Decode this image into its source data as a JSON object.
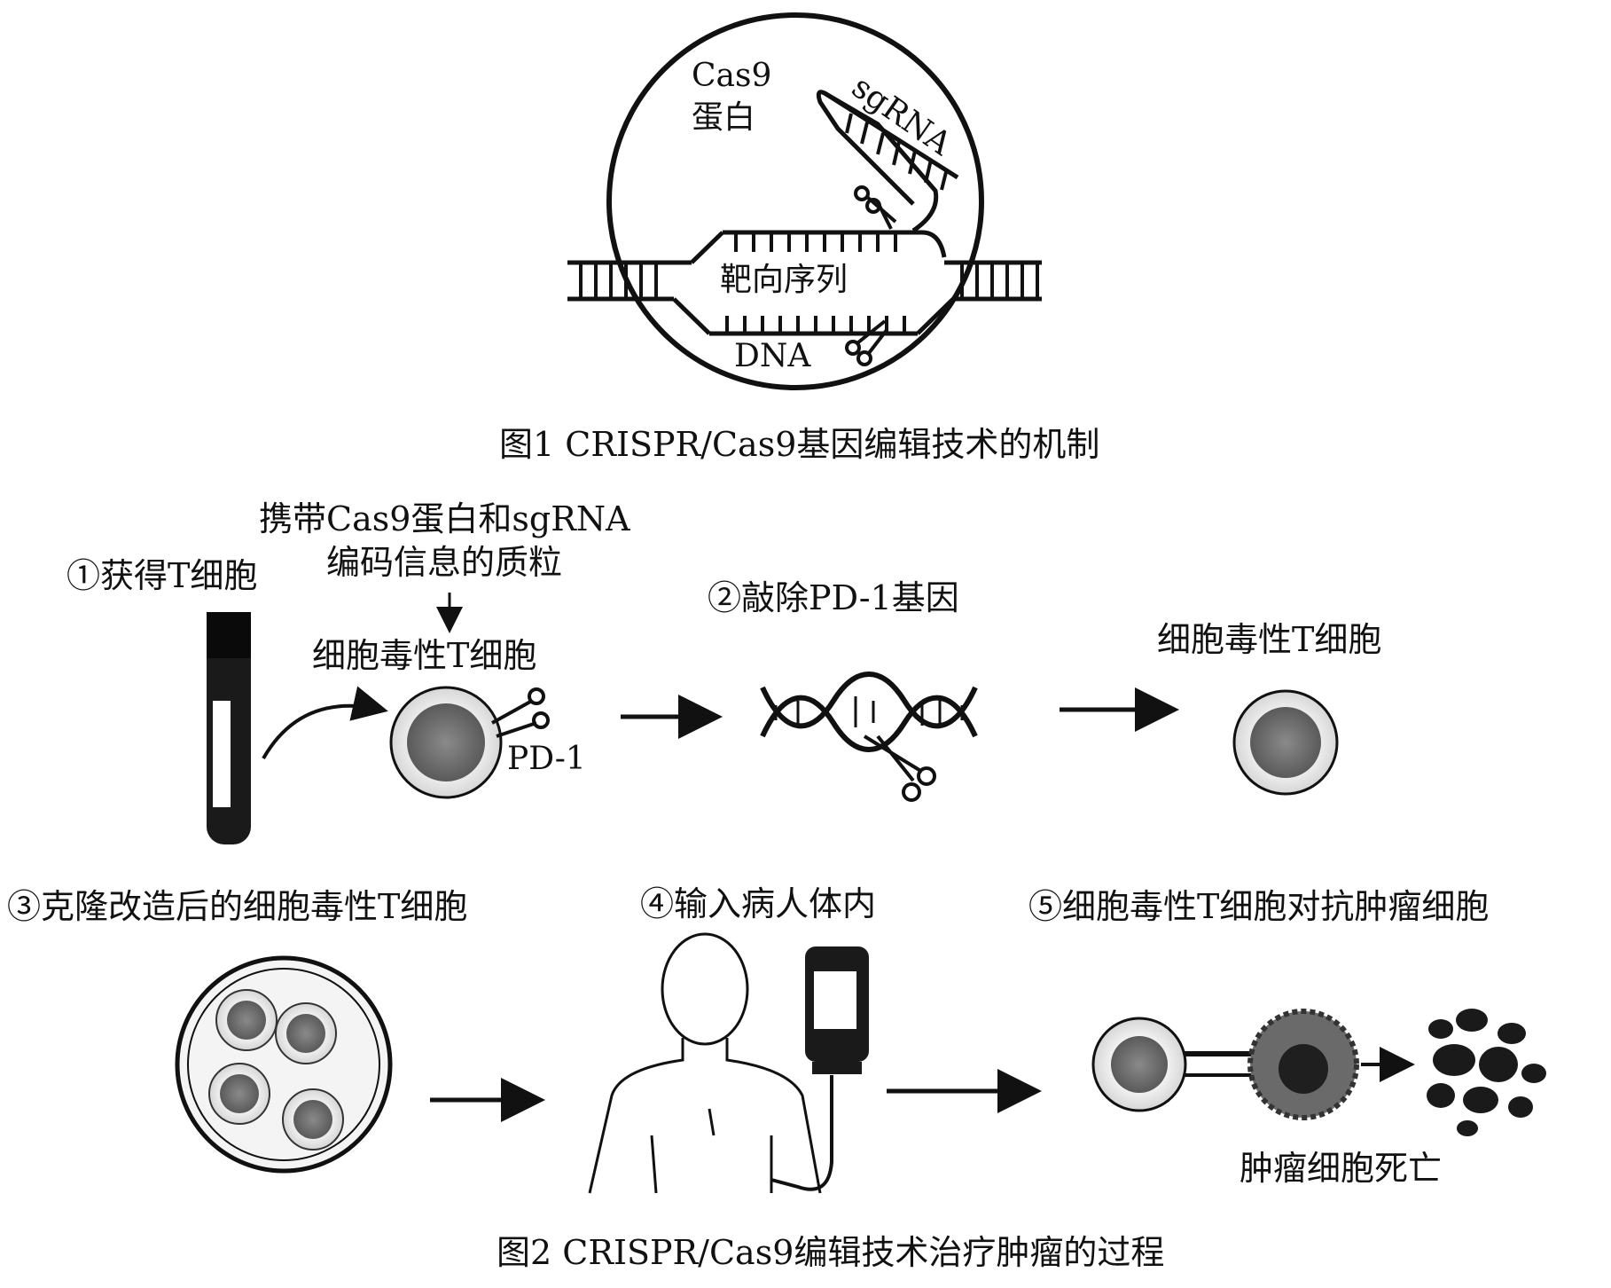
{
  "figure1": {
    "cas9_label_line1": "Cas9",
    "cas9_label_line2": "蛋白",
    "sgrna_label": "sgRNA",
    "target_label": "靶向序列",
    "dna_label": "DNA",
    "caption": "图1  CRISPR/Cas9基因编辑技术的机制"
  },
  "figure2": {
    "plasmid_line1": "携带Cas9蛋白和sgRNA",
    "plasmid_line2": "编码信息的质粒",
    "step1": "①获得T细胞",
    "ctl_label": "细胞毒性T细胞",
    "pd1_label": "PD-1",
    "step2": "②敲除PD-1基因",
    "ctl_label_2": "细胞毒性T细胞",
    "step3": "③克隆改造后的细胞毒性T细胞",
    "step4": "④输入病人体内",
    "step5": "⑤细胞毒性T细胞对抗肿瘤细胞",
    "tumor_death": "肿瘤细胞死亡",
    "caption": "图2  CRISPR/Cas9编辑技术治疗肿瘤的过程"
  }
}
